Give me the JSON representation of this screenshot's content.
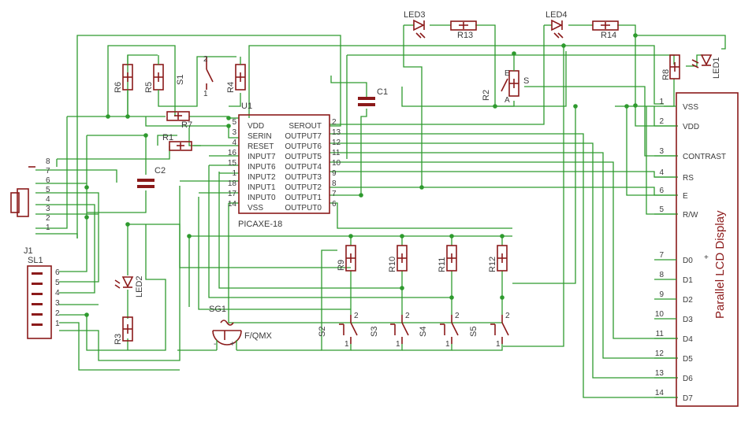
{
  "components": {
    "led3": "LED3",
    "r13": "R13",
    "led4": "LED4",
    "r14": "R14",
    "r6": "R6",
    "r5": "R5",
    "s1": "S1",
    "r4": "R4",
    "u1": "U1",
    "c1": "C1",
    "r2": "R2",
    "s_label": "S",
    "r8": "R8",
    "led1": "LED1",
    "r7": "R7",
    "r1": "R1",
    "c2": "C2",
    "j1": "J1",
    "sl1": "SL1",
    "led2": "LED2",
    "r3": "R3",
    "sg1": "SG1",
    "sg1_value": "F/QMX",
    "r9": "R9",
    "r10": "R10",
    "r11": "R11",
    "r12": "R12",
    "s2": "S2",
    "s3": "S3",
    "s4": "S4",
    "s5": "S5",
    "chip_name": "PICAXE-18",
    "lcd_title": "Parallel LCD Display"
  },
  "chip": {
    "left_pins": [
      {
        "num": "5",
        "name": "VDD"
      },
      {
        "num": "3",
        "name": "SERIN"
      },
      {
        "num": "4",
        "name": "RESET"
      },
      {
        "num": "16",
        "name": "INPUT7"
      },
      {
        "num": "15",
        "name": "INPUT6"
      },
      {
        "num": "1",
        "name": "INPUT2"
      },
      {
        "num": "18",
        "name": "INPUT1"
      },
      {
        "num": "17",
        "name": "INPUT0"
      },
      {
        "num": "14",
        "name": "VSS"
      }
    ],
    "right_pins": [
      {
        "num": "2",
        "name": "SEROUT"
      },
      {
        "num": "13",
        "name": "OUTPUT7"
      },
      {
        "num": "12",
        "name": "OUTPUT6"
      },
      {
        "num": "11",
        "name": "OUTPUT5"
      },
      {
        "num": "10",
        "name": "OUTPUT4"
      },
      {
        "num": "9",
        "name": "OUTPUT3"
      },
      {
        "num": "8",
        "name": "OUTPUT2"
      },
      {
        "num": "7",
        "name": "OUTPUT1"
      },
      {
        "num": "6",
        "name": "OUTPUT0"
      }
    ]
  },
  "lcd_pins": [
    {
      "num": "1",
      "name": "VSS"
    },
    {
      "num": "2",
      "name": "VDD"
    },
    {
      "num": "3",
      "name": "CONTRAST"
    },
    {
      "num": "4",
      "name": "RS"
    },
    {
      "num": "6",
      "name": "E"
    },
    {
      "num": "5",
      "name": "R/W"
    },
    {
      "num": "7",
      "name": "D0"
    },
    {
      "num": "8",
      "name": "D1"
    },
    {
      "num": "9",
      "name": "D2"
    },
    {
      "num": "10",
      "name": "D3"
    },
    {
      "num": "11",
      "name": "D4"
    },
    {
      "num": "12",
      "name": "D5"
    },
    {
      "num": "13",
      "name": "D6"
    },
    {
      "num": "14",
      "name": "D7"
    }
  ],
  "j1_pins": [
    "8",
    "7",
    "6",
    "5",
    "4",
    "3",
    "2",
    "1"
  ],
  "sl1_pins": [
    "6",
    "5",
    "4",
    "3",
    "2",
    "1"
  ],
  "switch_pin_labels": {
    "one": "1",
    "two": "2"
  },
  "pot_labels": {
    "a": "A",
    "e": "E"
  },
  "sg1_pins": {
    "minus": "-",
    "plus": "+"
  },
  "plus_sign": "+",
  "colors": {
    "wire": "#2e9a2e",
    "part": "#8b1a1a",
    "text": "#3a3a3a"
  }
}
